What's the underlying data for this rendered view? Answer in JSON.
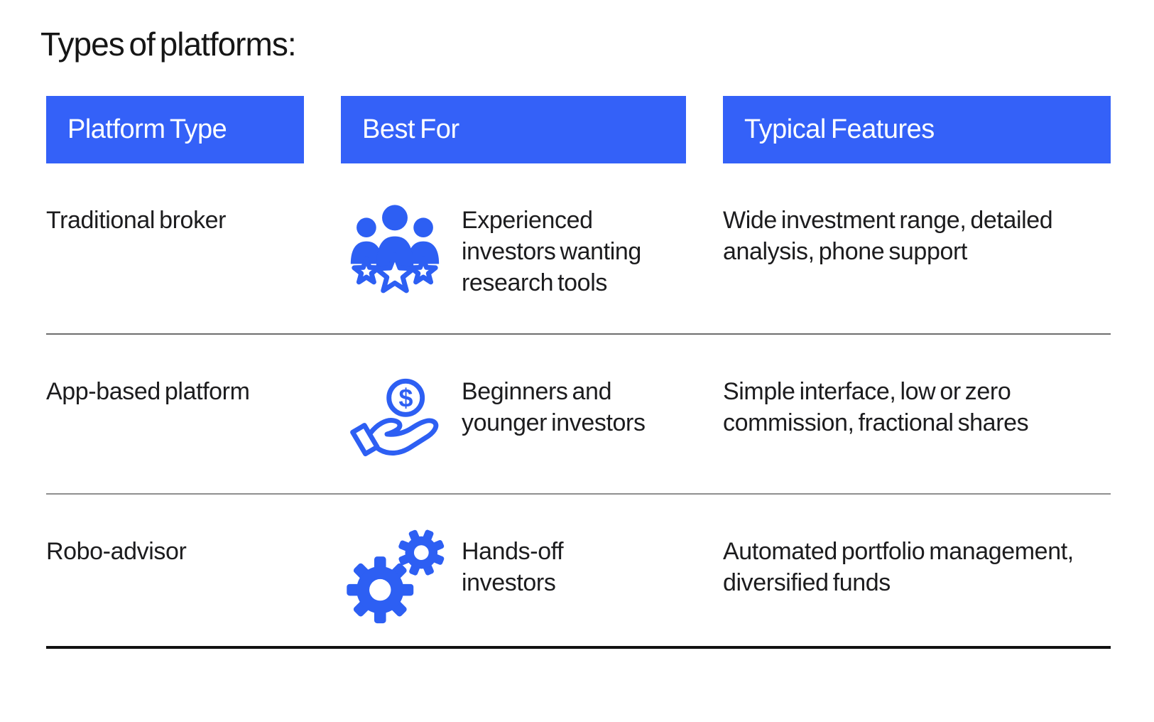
{
  "title": "Types of platforms:",
  "colors": {
    "header_bg": "#3461F8",
    "header_text": "#FFFFFF",
    "icon": "#2D5FF3",
    "body_text": "#1C1C1E",
    "divider": "#6E6E6E",
    "bottom_bar": "#111111"
  },
  "table": {
    "headers": [
      {
        "label": "Platform Type"
      },
      {
        "label": "Best For"
      },
      {
        "label": "Typical Features"
      }
    ],
    "rows": [
      {
        "platform_type": "Traditional broker",
        "best_for_icon": "team-star-icon",
        "best_for": "Experienced investors wanting research tools",
        "typical_features": "Wide investment range, detailed analysis, phone support"
      },
      {
        "platform_type": "App-based platform",
        "best_for_icon": "hand-coin-icon",
        "best_for": "Beginners and younger investors",
        "typical_features": "Simple interface, low or zero commission, fractional shares"
      },
      {
        "platform_type": "Robo-advisor",
        "best_for_icon": "gears-icon",
        "best_for": "Hands-off investors",
        "typical_features": "Automated portfolio management, diversified funds"
      }
    ]
  }
}
